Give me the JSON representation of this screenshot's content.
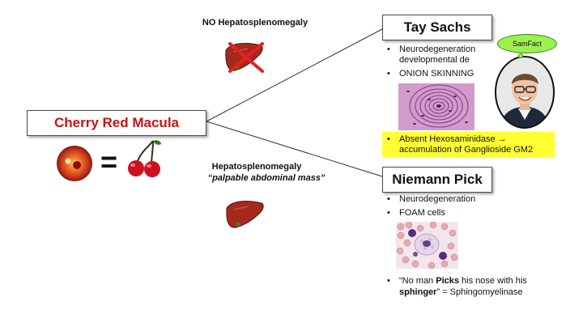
{
  "center": {
    "title": "Cherry Red Macula",
    "equals": "="
  },
  "top_branch": {
    "header": "NO Hepatosplenomegaly"
  },
  "bottom_branch": {
    "header_line1": "Hepatosplenomegaly",
    "header_line2": "“palpable abdominal mass”"
  },
  "tay_sachs": {
    "title": "Tay Sachs",
    "bullets": [
      "Neurodegeneration",
      "developmental de",
      "ONION SKINNING"
    ],
    "highlight_line1": "Absent Hexosaminidase →",
    "highlight_line2": "accumulation of Ganglioside GM2"
  },
  "samfact": {
    "bubble": "SamFact"
  },
  "niemann_pick": {
    "title": "Niemann Pick",
    "bullets": [
      "Neurodegeneration",
      "FOAM cells"
    ],
    "mnemonic_open": "“No man ",
    "mnemonic_bold1": "Picks",
    "mnemonic_mid": " his nose with his",
    "mnemonic_bold2": "sphinger",
    "mnemonic_end": "” = Sphingomyelinase"
  },
  "colors": {
    "title_red": "#cc1111",
    "highlight": "#ffff33",
    "liver": "#a52a1e",
    "cross": "#e62020",
    "cherry": "#cc1020"
  }
}
